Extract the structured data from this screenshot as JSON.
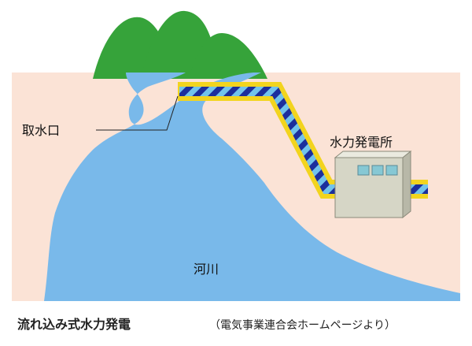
{
  "labels": {
    "intake": "取水口",
    "power_station": "水力発電所",
    "river": "河川"
  },
  "caption": {
    "title": "流れ込み式水力発電",
    "source": "（電気事業連合会ホームページより）"
  },
  "colors": {
    "ground": "#fbe3d6",
    "water": "#79b9ea",
    "mountain": "#36a33a",
    "penstock_outer": "#f2d41e",
    "penstock_inner": "#1c2f9c",
    "penstock_stripe": "#71c3ec",
    "building": "#d6d6c6",
    "window": "#86c8d4"
  }
}
